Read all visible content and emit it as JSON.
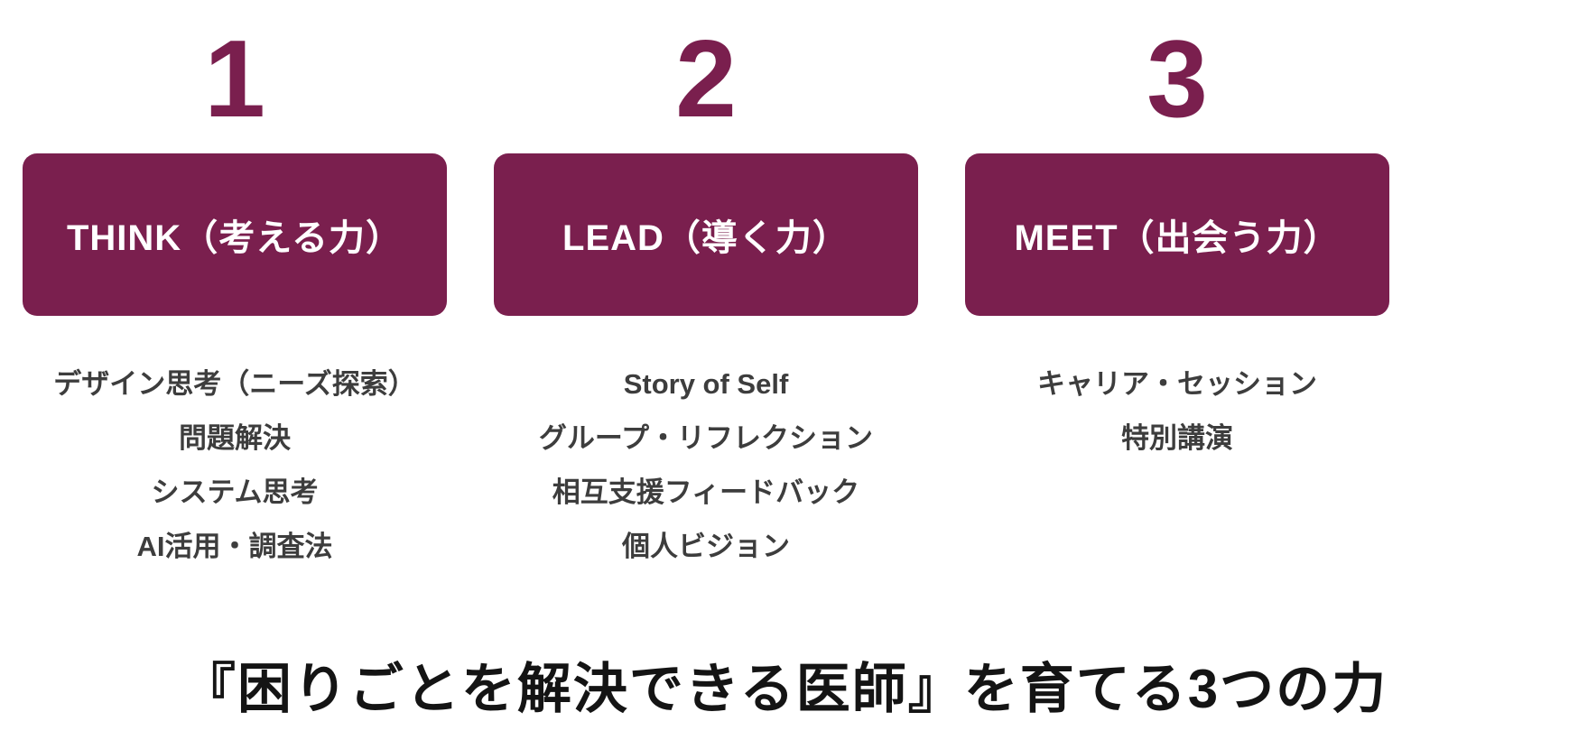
{
  "accent_color": "#7A1F4E",
  "columns": [
    {
      "number": "1",
      "title": "THINK（考える力）",
      "items": [
        "デザイン思考（ニーズ探索）",
        "問題解決",
        "システム思考",
        "AI活用・調査法"
      ]
    },
    {
      "number": "2",
      "title": "LEAD（導く力）",
      "items": [
        "Story of Self",
        "グループ・リフレクション",
        "相互支援フィードバック",
        "個人ビジョン"
      ]
    },
    {
      "number": "3",
      "title": "MEET（出会う力）",
      "items": [
        "キャリア・セッション",
        "特別講演"
      ]
    }
  ],
  "footer": {
    "title": "『困りごとを解決できる医師』を育てる3つの力"
  }
}
